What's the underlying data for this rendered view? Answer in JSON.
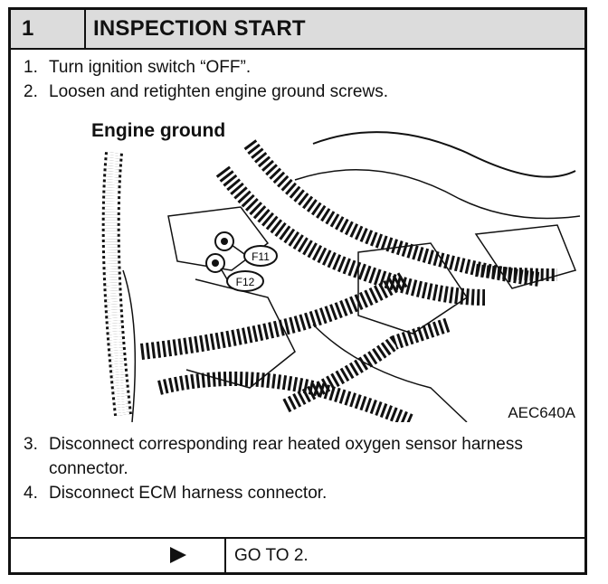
{
  "header": {
    "step_number": "1",
    "title": "INSPECTION START"
  },
  "steps_before_figure": [
    {
      "num": "1.",
      "text": "Turn ignition switch “OFF”."
    },
    {
      "num": "2.",
      "text": "Loosen and retighten engine ground screws."
    }
  ],
  "figure": {
    "label": "Engine ground",
    "callouts": [
      "F11",
      "F12"
    ],
    "code": "AEC640A"
  },
  "steps_after_figure": [
    {
      "num": "3.",
      "text": "Disconnect corresponding rear heated oxygen sensor harness connector."
    },
    {
      "num": "4.",
      "text": "Disconnect ECM harness connector."
    }
  ],
  "footer": {
    "arrow_icon": "right-triangle-arrow",
    "goto_text": "GO TO 2."
  }
}
